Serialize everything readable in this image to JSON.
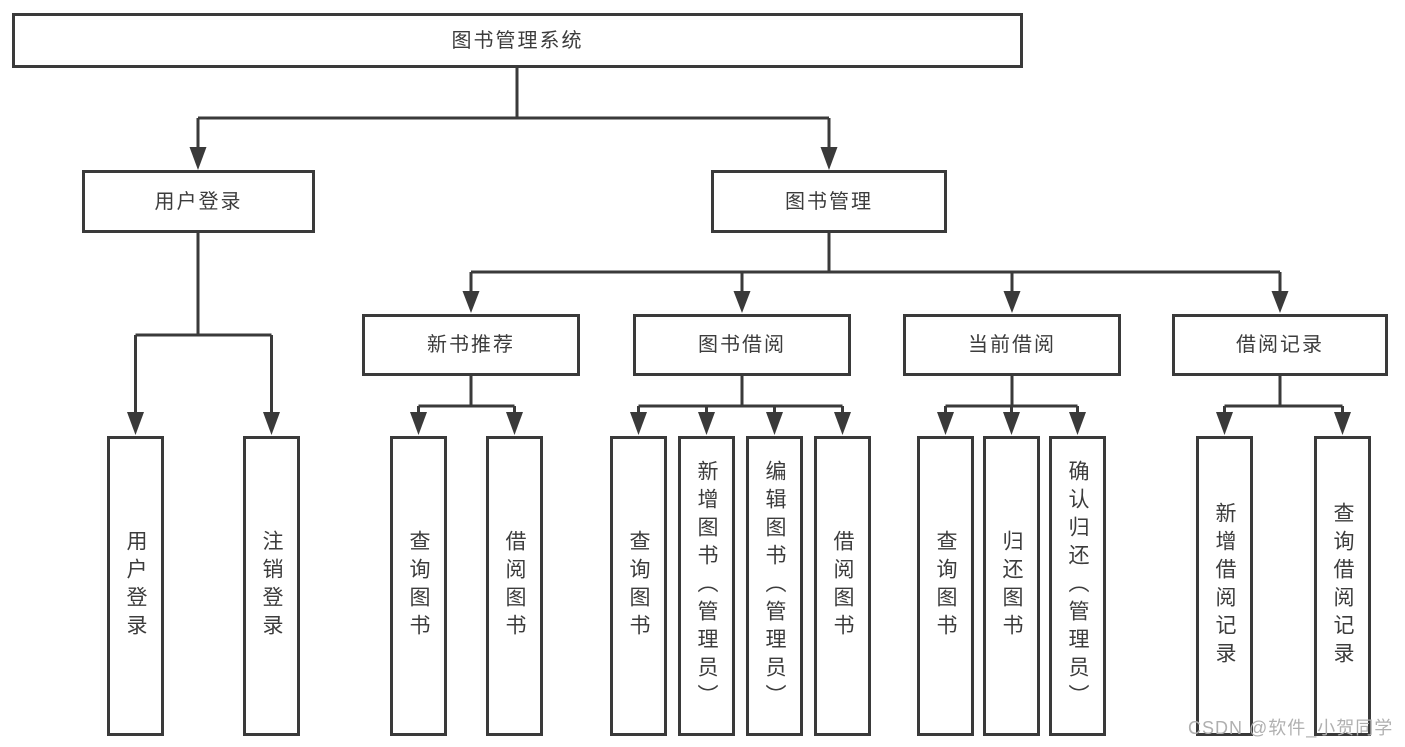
{
  "title": "图书管理系统",
  "branches": [
    {
      "label": "用户登录",
      "leaves": [
        "用户登录",
        "注销登录"
      ]
    },
    {
      "label": "图书管理",
      "groups": [
        {
          "label": "新书推荐",
          "leaves": [
            "查询图书",
            "借阅图书"
          ]
        },
        {
          "label": "图书借阅",
          "leaves": [
            "查询图书",
            "新增图书（管理员）",
            "编辑图书（管理员）",
            "借阅图书"
          ]
        },
        {
          "label": "当前借阅",
          "leaves": [
            "查询图书",
            "归还图书",
            "确认归还（管理员）"
          ]
        },
        {
          "label": "借阅记录",
          "leaves": [
            "新增借阅记录",
            "查询借阅记录"
          ]
        }
      ]
    }
  ],
  "watermark": "CSDN @软件_小贺同学",
  "colors": {
    "ink": "#3a3a3a",
    "watermark_gray": "#b0b0b0"
  }
}
